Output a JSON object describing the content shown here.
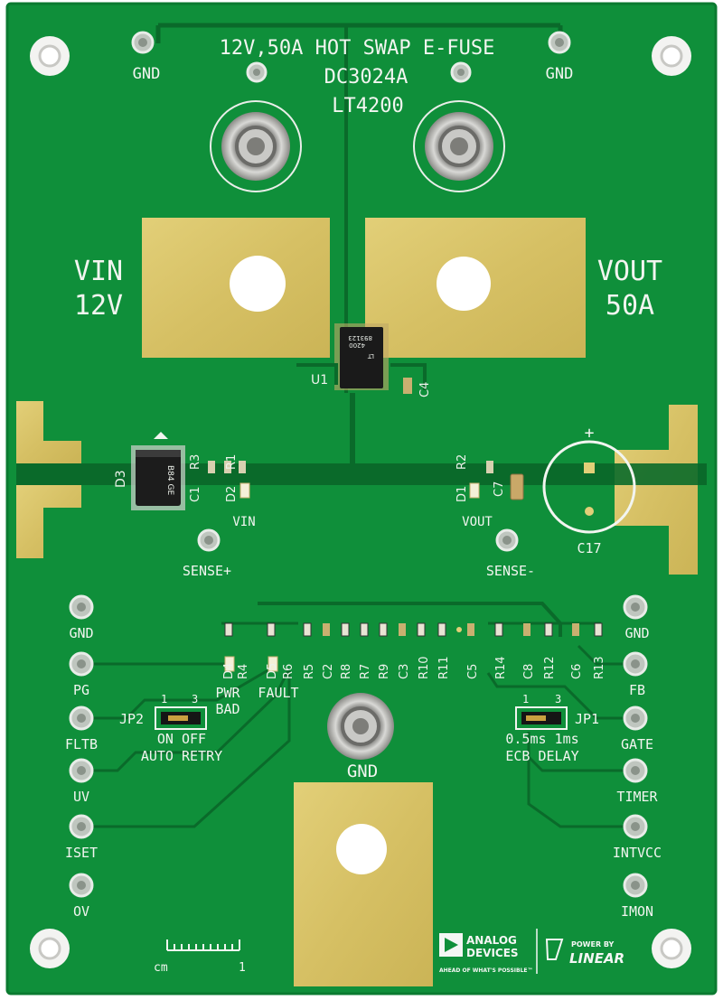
{
  "board": {
    "title_line1": "12V,50A HOT SWAP E-FUSE",
    "title_line2": "DC3024A",
    "title_line3": "LT4200",
    "vin_label_1": "VIN",
    "vin_label_2": "12V",
    "vout_label_1": "VOUT",
    "vout_label_2": "50A",
    "gnd_top_left": "GND",
    "gnd_top_right": "GND",
    "gnd_center": "GND",
    "sense_plus": "SENSE+",
    "sense_minus": "SENSE-",
    "vin_led": "VIN",
    "vout_led": "VOUT",
    "c17": "C17",
    "plus_mark": "+"
  },
  "left_pins": [
    "GND",
    "PG",
    "FLTB",
    "UV",
    "ISET",
    "OV"
  ],
  "right_pins": [
    "GND",
    "FB",
    "GATE",
    "TIMER",
    "INTVCC",
    "IMON"
  ],
  "jumpers": {
    "jp2": "JP2",
    "jp2_pin1": "1",
    "jp2_pin3": "3",
    "jp2_opt": "ON OFF",
    "jp2_desc": "AUTO RETRY",
    "jp1": "JP1",
    "jp1_pin1": "1",
    "jp1_pin3": "3",
    "jp1_opt": "0.5ms 1ms",
    "jp1_desc": "ECB DELAY"
  },
  "leds": {
    "pwr": "PWR",
    "bad": "BAD",
    "fault": "FAULT"
  },
  "refs_top": {
    "u1": "U1",
    "c4": "C4",
    "d3": "D3",
    "c1": "C1",
    "r3": "R3",
    "d2": "D2",
    "r1": "R1",
    "d1": "D1",
    "r2": "R2",
    "c7": "C7"
  },
  "refs_bottom": [
    "D4",
    "R4",
    "D5",
    "R6",
    "R5",
    "C2",
    "R8",
    "R7",
    "R9",
    "C3",
    "R10",
    "R11",
    "C5",
    "R14",
    "C8",
    "R12",
    "C6",
    "R13"
  ],
  "chip_marking": {
    "line1": "4200",
    "line2": "LT",
    "line3": "893123"
  },
  "diode_marking": "B84 GE",
  "ruler": {
    "unit": "cm",
    "one": "1"
  },
  "logos": {
    "adi_line1": "ANALOG",
    "adi_line2": "DEVICES",
    "adi_tag": "AHEAD OF WHAT'S POSSIBLE™",
    "ltc_line1": "POWER BY",
    "ltc_line2": "LINEAR"
  },
  "colors": {
    "pcb": "#0f8f3a",
    "copper_pad": "#d8c36a",
    "trace": "#0a6a2a",
    "silkscreen": "#f2f5f0"
  }
}
